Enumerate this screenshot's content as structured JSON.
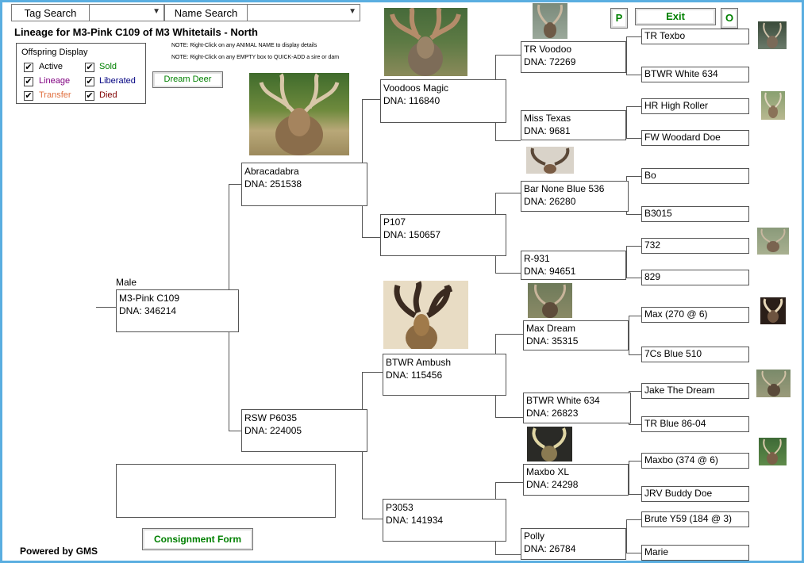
{
  "header": {
    "tag_search_label": "Tag Search",
    "name_search_label": "Name Search",
    "tag_search_value": "",
    "name_search_value": "",
    "title": "Lineage for M3-Pink C109 of M3 Whitetails - North",
    "note1": "NOTE: Right-Click on any ANIMAL NAME to display details",
    "note2": "NOTE: Right-Click on any EMPTY box to QUICK-ADD a sire or dam"
  },
  "buttons": {
    "p": "P",
    "exit": "Exit",
    "o": "O",
    "dream_deer": "Dream Deer",
    "consignment": "Consignment Form"
  },
  "offspring": {
    "title": "Offspring Display",
    "items": [
      {
        "label": "Active",
        "checked": "✔",
        "color": "#000000"
      },
      {
        "label": "Sold",
        "checked": "✔",
        "color": "#008000"
      },
      {
        "label": "Lineage",
        "checked": "✔",
        "color": "#800080"
      },
      {
        "label": "Liberated",
        "checked": "✔",
        "color": "#000080"
      },
      {
        "label": "Transfer",
        "checked": "✔",
        "color": "#e07040"
      },
      {
        "label": "Died",
        "checked": "✔",
        "color": "#800000"
      }
    ]
  },
  "subject": {
    "sex": "Male",
    "name": "M3-Pink C109",
    "dna": "DNA: 346214"
  },
  "gen1": [
    {
      "name": "Abracadabra",
      "dna": "DNA: 251538"
    },
    {
      "name": "RSW P6035",
      "dna": "DNA: 224005"
    }
  ],
  "gen2": [
    {
      "name": "Voodoos Magic",
      "dna": "DNA: 116840"
    },
    {
      "name": "P107",
      "dna": "DNA: 150657"
    },
    {
      "name": "BTWR Ambush",
      "dna": "DNA: 115456"
    },
    {
      "name": "P3053",
      "dna": "DNA: 141934"
    }
  ],
  "gen3": [
    {
      "name": "TR Voodoo",
      "dna": "DNA: 72269"
    },
    {
      "name": "Miss Texas",
      "dna": "DNA: 9681"
    },
    {
      "name": "Bar None Blue 536",
      "dna": "DNA: 26280"
    },
    {
      "name": "R-931",
      "dna": "DNA: 94651"
    },
    {
      "name": "Max Dream",
      "dna": "DNA: 35315"
    },
    {
      "name": "BTWR White 634",
      "dna": "DNA: 26823"
    },
    {
      "name": "Maxbo XL",
      "dna": "DNA: 24298"
    },
    {
      "name": "Polly",
      "dna": "DNA: 26784"
    }
  ],
  "gen4": [
    "TR Texbo",
    "BTWR White 634",
    "HR High Roller",
    "FW Woodard Doe",
    "Bo",
    "B3015",
    "732",
    "829",
    "Max (270 @ 6)",
    "7Cs Blue 510",
    "Jake The Dream",
    "TR Blue 86-04",
    "Maxbo (374 @ 6)",
    "JRV Buddy Doe",
    "Brute Y59 (184 @ 3)",
    "Marie"
  ],
  "footer": {
    "powered": "Powered by GMS"
  }
}
